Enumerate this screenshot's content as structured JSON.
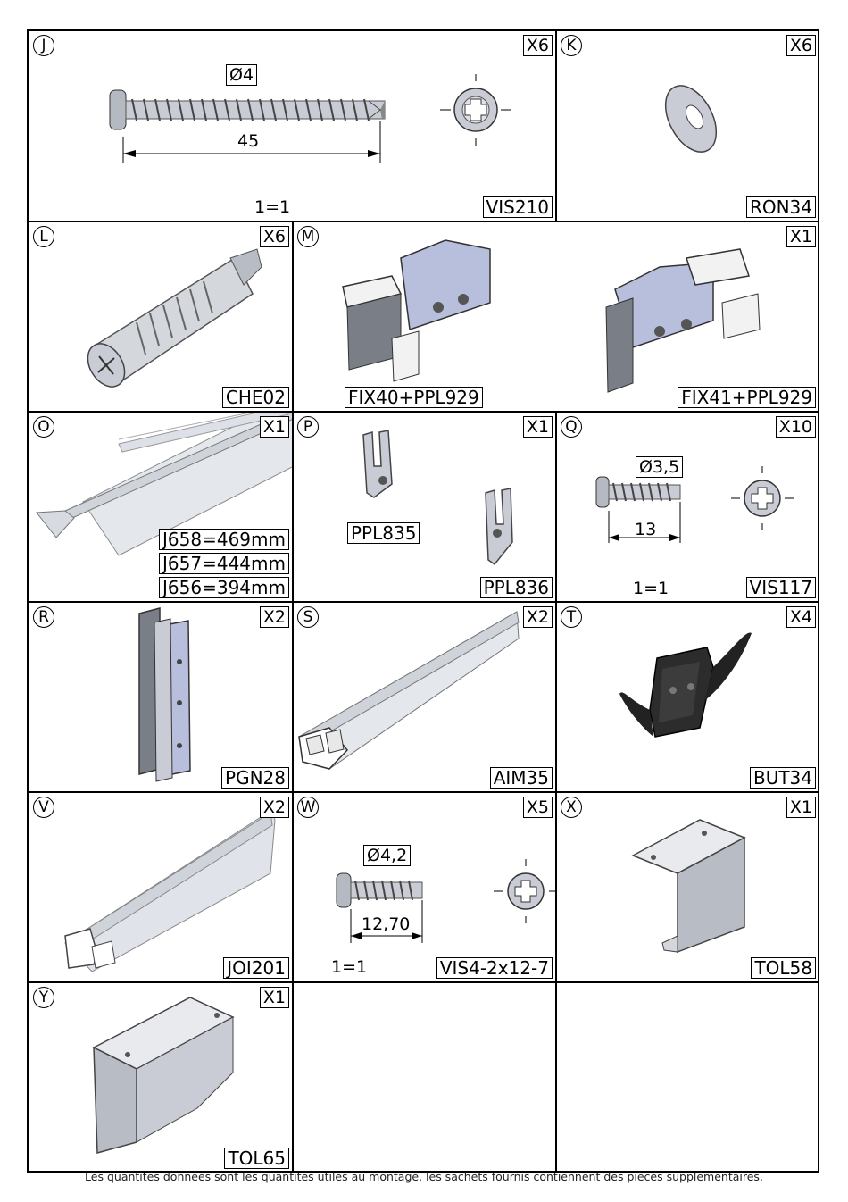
{
  "cells": {
    "J": {
      "letter": "J",
      "qty": "X6",
      "code": "VIS210",
      "diameter": "Ø4",
      "length": "45",
      "scale": "1=1"
    },
    "K": {
      "letter": "K",
      "qty": "X6",
      "code": "RON34"
    },
    "L": {
      "letter": "L",
      "qty": "X6",
      "code": "CHE02"
    },
    "M": {
      "letter": "M",
      "qty": "X1",
      "code_left": "FIX40+PPL929",
      "code_right": "FIX41+PPL929"
    },
    "O": {
      "letter": "O",
      "qty": "X1",
      "codes": [
        "J658=469mm",
        "J657=444mm",
        "J656=394mm"
      ]
    },
    "P": {
      "letter": "P",
      "qty": "X1",
      "code_a": "PPL835",
      "code_b": "PPL836"
    },
    "Q": {
      "letter": "Q",
      "qty": "X10",
      "code": "VIS117",
      "diameter": "Ø3,5",
      "length": "13",
      "scale": "1=1"
    },
    "R": {
      "letter": "R",
      "qty": "X2",
      "code": "PGN28"
    },
    "S": {
      "letter": "S",
      "qty": "X2",
      "code": "AIM35"
    },
    "T": {
      "letter": "T",
      "qty": "X4",
      "code": "BUT34"
    },
    "V": {
      "letter": "V",
      "qty": "X2",
      "code": "JOI201"
    },
    "W": {
      "letter": "W",
      "qty": "X5",
      "code": "VIS4-2x12-7",
      "diameter": "Ø4,2",
      "length": "12,70",
      "scale": "1=1"
    },
    "X": {
      "letter": "X",
      "qty": "X1",
      "code": "TOL58"
    },
    "Y": {
      "letter": "Y",
      "qty": "X1",
      "code": "TOL65"
    }
  },
  "footer_note": "Les quantités données sont les quantités utiles au montage. les sachets fournis contiennent des pièces supplémentaires.",
  "colors": {
    "part_fill": "#c9ccd4",
    "part_dark": "#6c7078",
    "part_blue": "#b8bfdc",
    "black_part": "#222222"
  }
}
